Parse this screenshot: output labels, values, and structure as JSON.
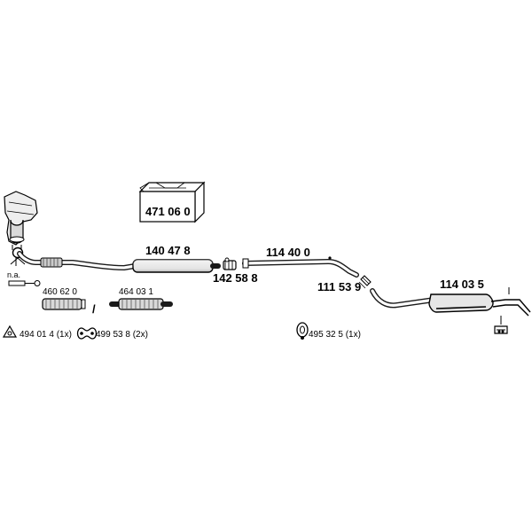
{
  "parts": {
    "catalyst_box": "471 06 0",
    "front_pipe": "140 47 8",
    "clamp_front": "142 58 8",
    "middle_pipe": "114 40 0",
    "clamp_rear": "111 53 9",
    "rear_silencer": "114 03 5",
    "flex_pipe_a": "460 62 0",
    "flex_pipe_b": "464 03 1",
    "separator": "/",
    "na_note": "n.a."
  },
  "legend": {
    "gasket": "494 01 4 (1x)",
    "rubber_mount": "499 53 8 (2x)",
    "rubber_ring": "495 32 5 (1x)"
  }
}
